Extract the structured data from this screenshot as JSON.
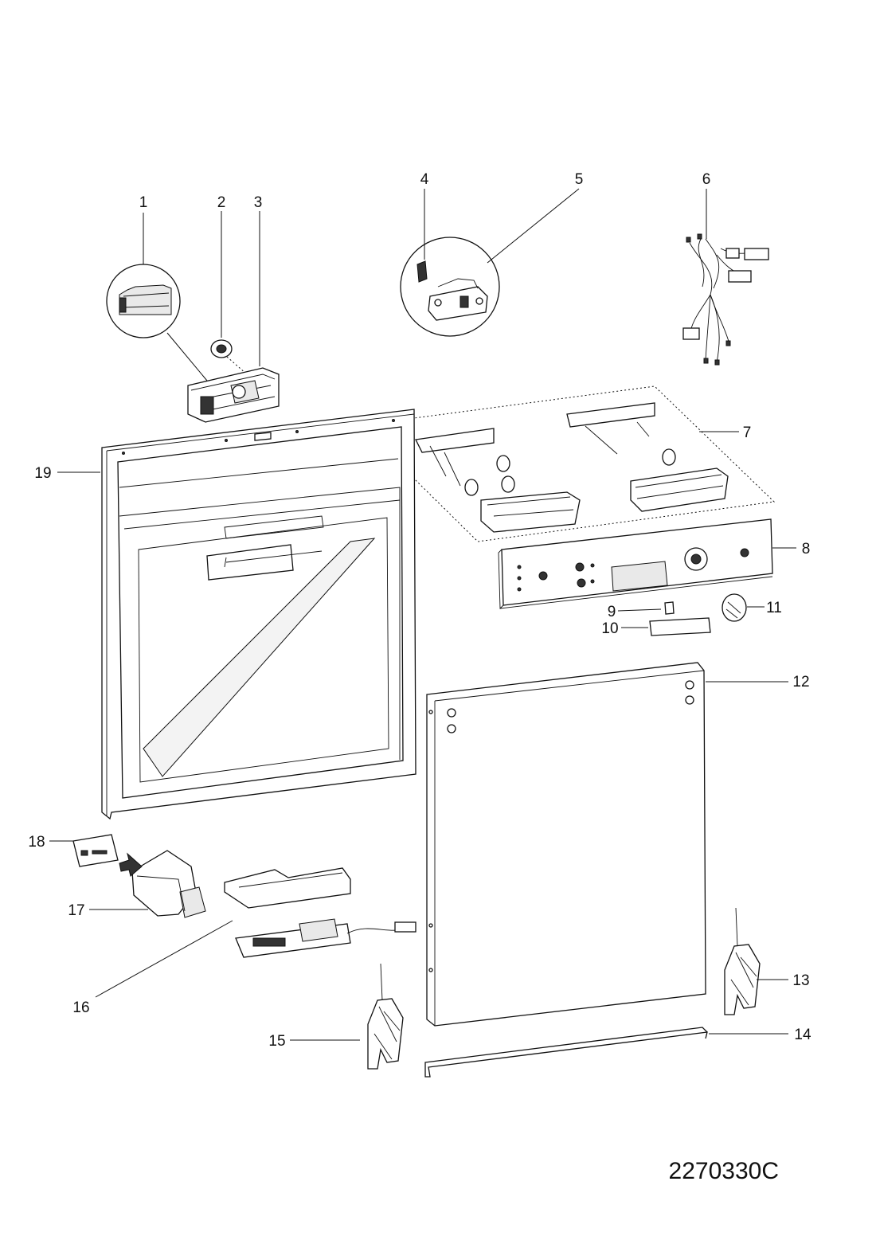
{
  "diagram": {
    "labels": [
      "1",
      "2",
      "3",
      "4",
      "5",
      "6",
      "7",
      "8",
      "9",
      "10",
      "11",
      "12",
      "13",
      "14",
      "15",
      "16",
      "17",
      "18",
      "19"
    ],
    "drawing_code": "2270330C"
  },
  "colors": {
    "line": "#111111",
    "background": "#ffffff",
    "fill_shade": "#e9e9e9"
  }
}
